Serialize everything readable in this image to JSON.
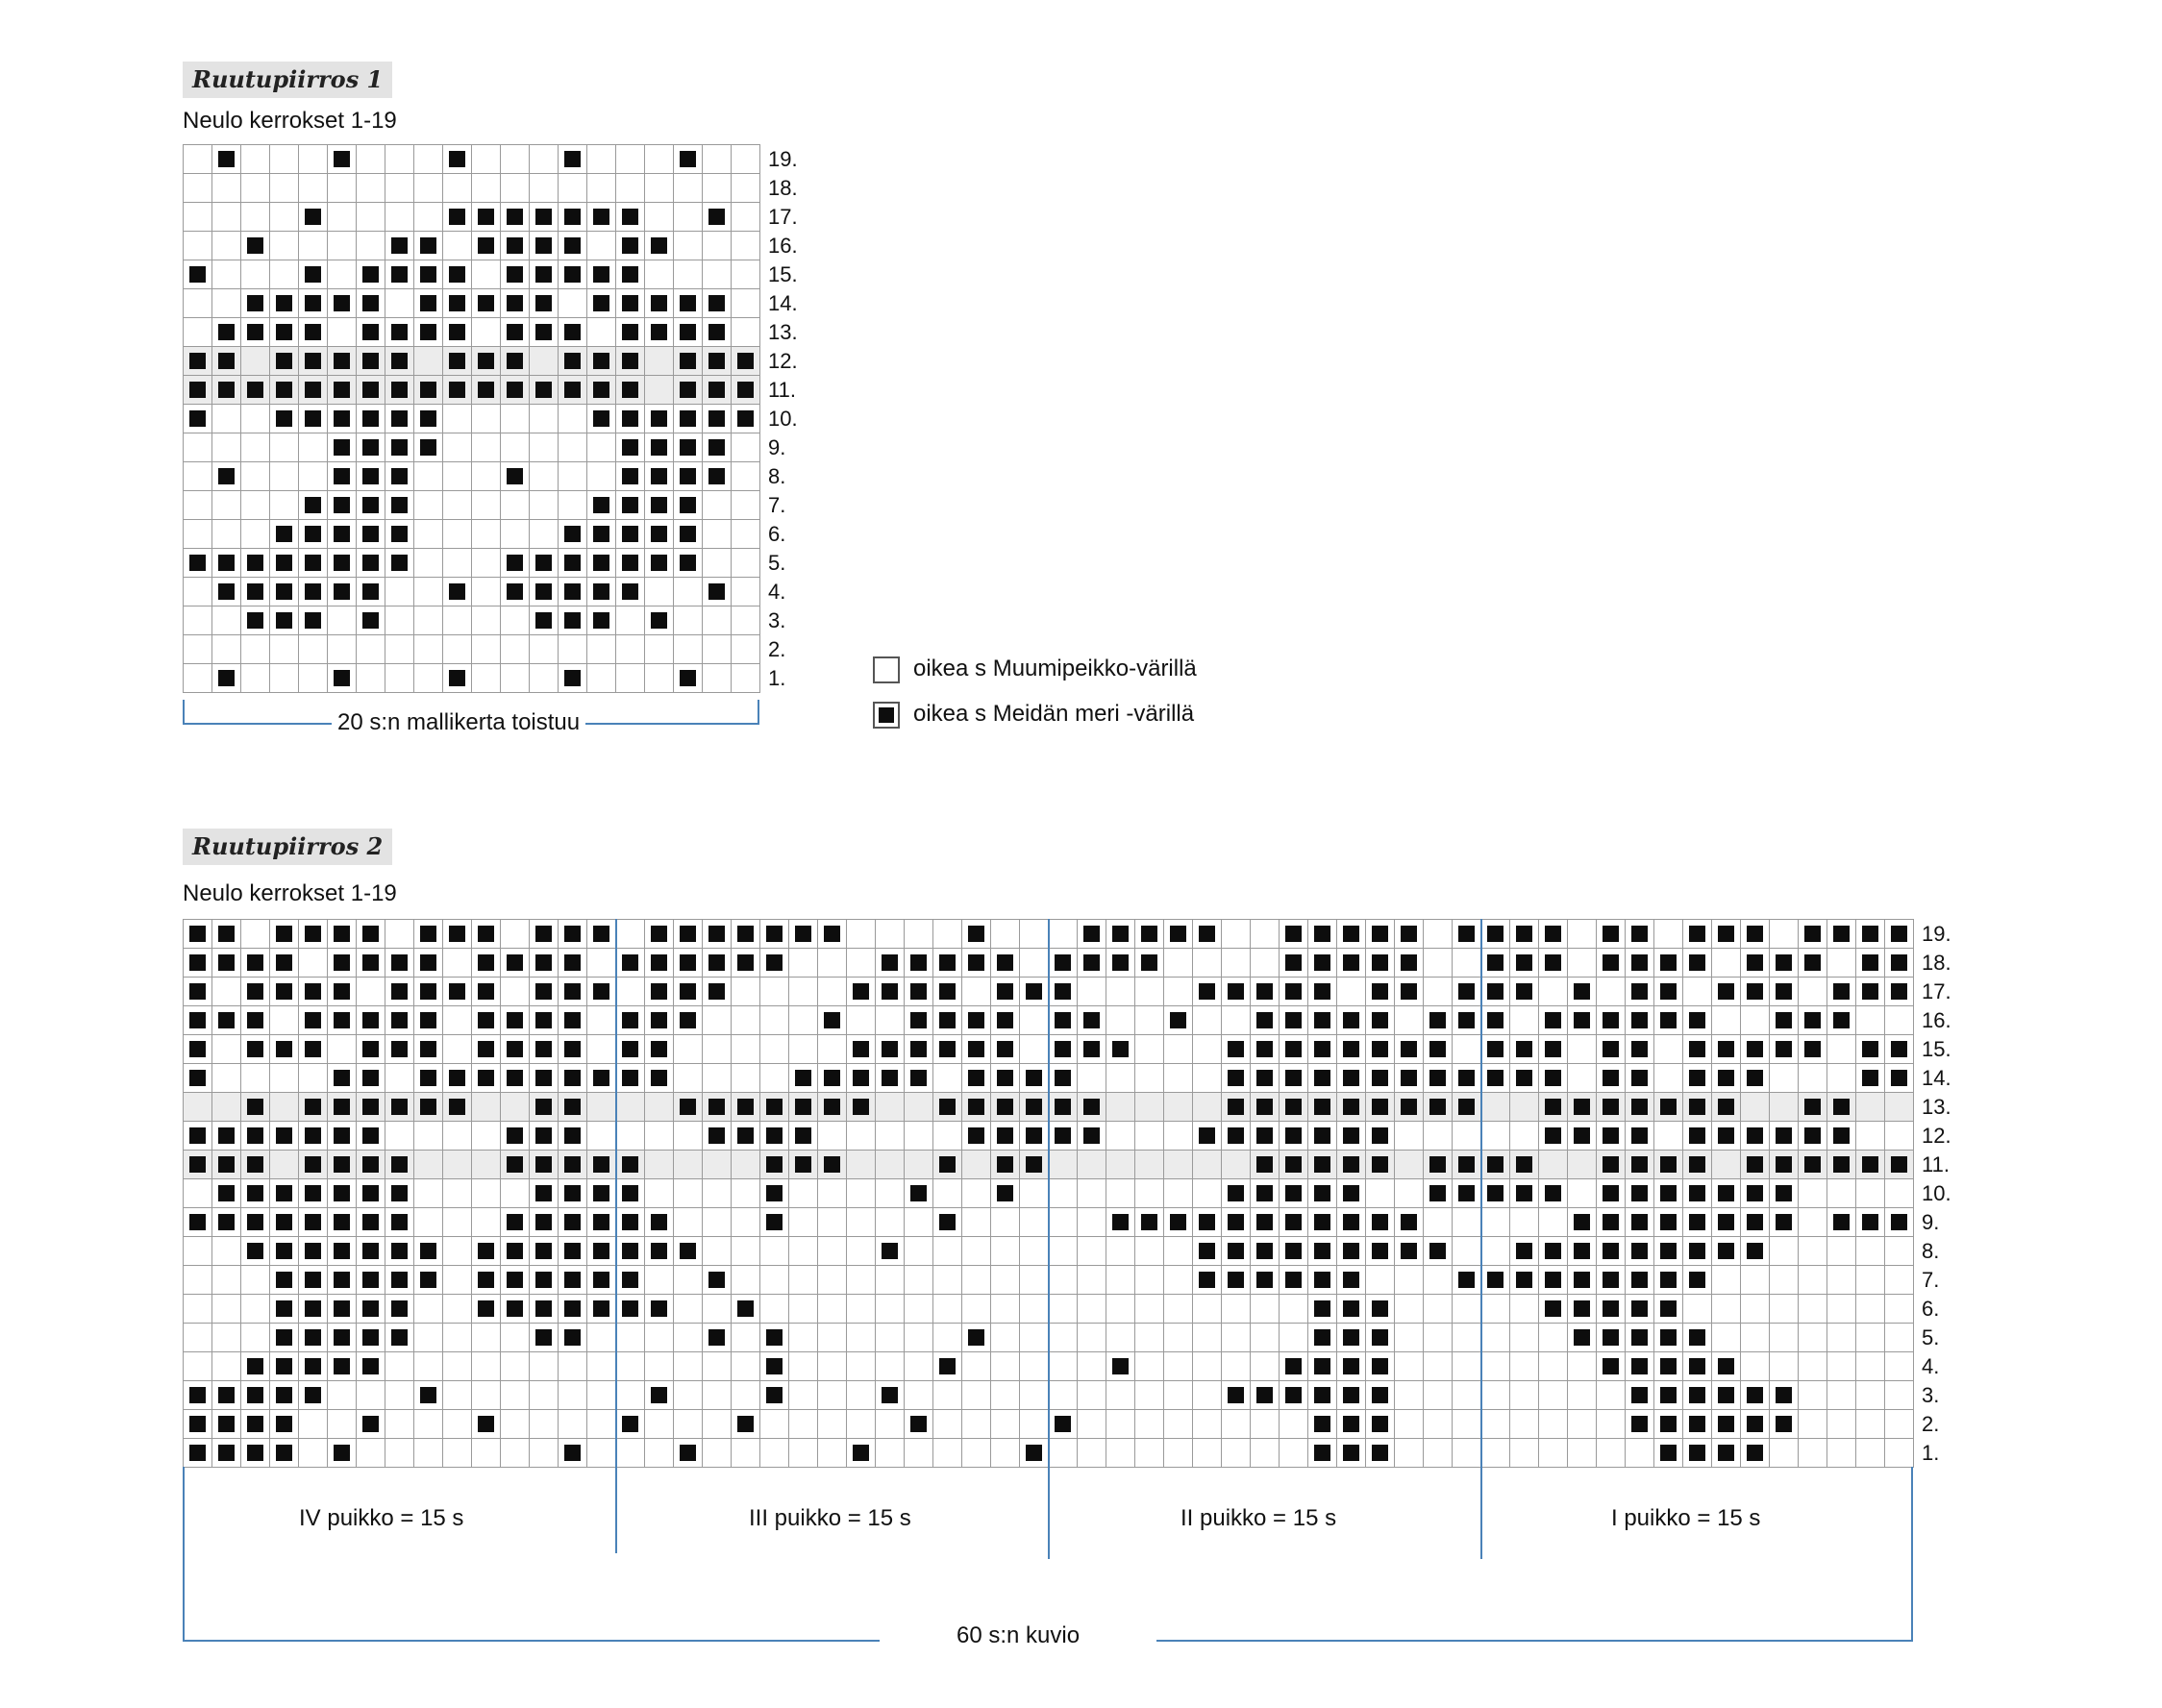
{
  "chart1": {
    "title": "Ruutupiirros 1",
    "instruction": "Neulo kerrokset 1-19",
    "repeat_caption": "20 s:n mallikerta toistuu",
    "row_labels": [
      "19.",
      "18.",
      "17.",
      "16.",
      "15.",
      "14.",
      "13.",
      "12.",
      "11.",
      "10.",
      "9.",
      "8.",
      "7.",
      "6.",
      "5.",
      "4.",
      "3.",
      "2.",
      "1."
    ],
    "columns": 20,
    "rows_top_to_bottom": [
      "01000100010001000100",
      "00000000000000000000",
      "00001000011111110010",
      "00100001101111011000",
      "10001011110111110000",
      "00111110111110111110",
      "01111011110111011110",
      "11011111011101110111",
      "11111111111111110111",
      "10011111100000111111",
      "00000111100000011110",
      "01000111000100011110",
      "00001111000000111100",
      "00011111000001111100",
      "11111111000111111100",
      "01111110010111110010",
      "00111010000011101000",
      "00000000000000000000",
      "01000100010001000100"
    ],
    "highlight_rows": [
      "12.",
      "11."
    ]
  },
  "legend": {
    "items": [
      {
        "symbol": "empty",
        "text": "oikea s Muumipeikko-värillä"
      },
      {
        "symbol": "filled",
        "text": "oikea s Meidän meri -värillä"
      }
    ]
  },
  "chart2": {
    "title": "Ruutupiirros 2",
    "instruction": "Neulo kerrokset 1-19",
    "row_labels": [
      "19.",
      "18.",
      "17.",
      "16.",
      "15.",
      "14.",
      "13.",
      "12.",
      "11.",
      "10.",
      "9.",
      "8.",
      "7.",
      "6.",
      "5.",
      "4.",
      "3.",
      "2.",
      "1."
    ],
    "columns": 60,
    "rows_top_to_bottom": [
      "110111101110111011111110000100011111001111101111011011101111",
      "111101111011110111111000111110111100001111100111011110111011",
      "101111011110111011100001111011100001111101101110101101110111",
      "111011111011110111000010011110110010011111011101111110011100",
      "101110111011110110000001111110111000111111110111011011111011",
      "100001101111111110000111110111100000111111111111011011100011",
      "001011111100110001111111001111110000111111111001111111001100",
      "111111100001110000111100000111110001111111000001111011111100",
      "111011110001111100001110001011000000011111011110011110111111",
      "011111110000111100001000010010000000111110011111011111110000",
      "111111110001111110001000001000001111111111100000111111110111",
      "001111111011111111000000100000000001111111110011111111100000",
      "000111111011111100100000000000000001111110001111111110000000",
      "000111110011111110010000000000000000000111000001111100000000",
      "000111110000110000101000000100000000000111000000111110000000",
      "001111100000000000001000001000001000001111000000011111000000",
      "111110001000000010001000100000000000111111000000001111110000",
      "111100100010000100010000010000100000000111000000001111110000",
      "111101000000010001000001000001000000000111000000000111100000"
    ],
    "highlight_rows": [
      "13.",
      "11."
    ],
    "blocks": [
      {
        "label": "IV puikko = 15 s"
      },
      {
        "label": "III puikko = 15 s"
      },
      {
        "label": "II puikko = 15 s"
      },
      {
        "label": "I puikko = 15 s"
      }
    ],
    "total_caption": "60 s:n kuvio"
  }
}
